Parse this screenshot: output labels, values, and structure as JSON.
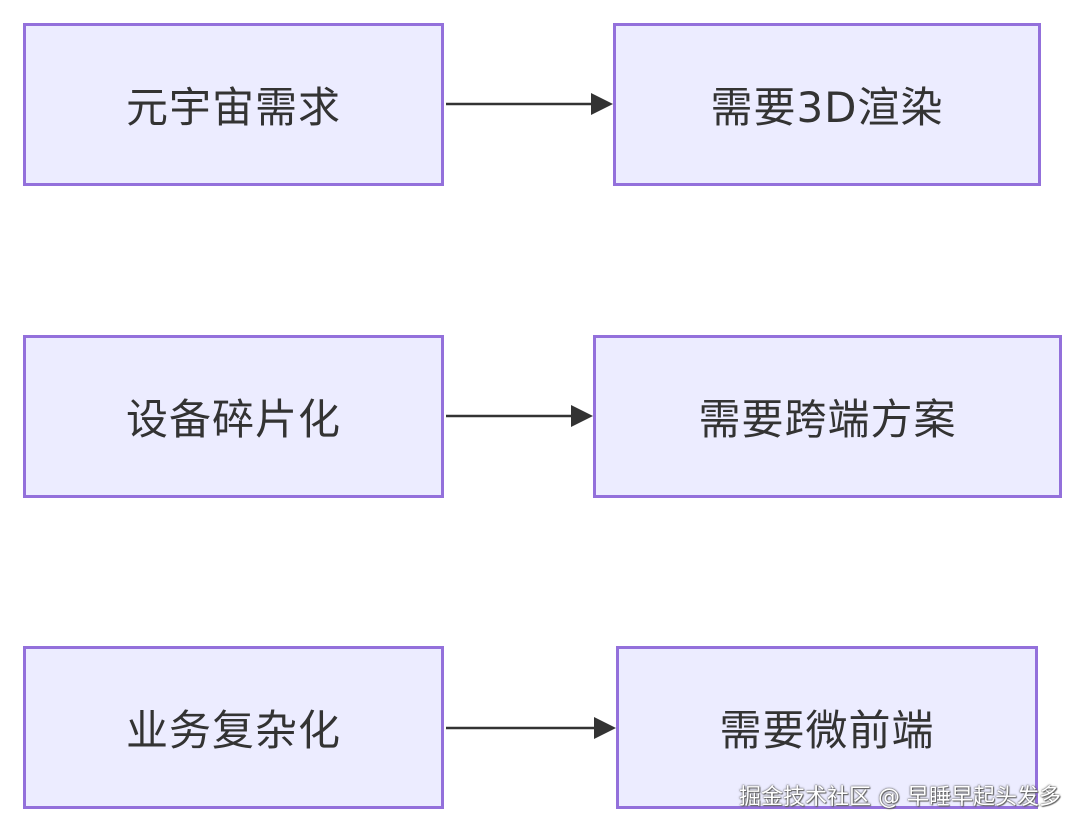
{
  "diagram": {
    "rows": [
      {
        "source": "元宇宙需求",
        "target": "需要3D渲染"
      },
      {
        "source": "设备碎片化",
        "target": "需要跨端方案"
      },
      {
        "source": "业务复杂化",
        "target": "需要微前端"
      }
    ],
    "colors": {
      "node_fill": "#ececff",
      "node_border": "#9370db",
      "text": "#333333",
      "edge": "#333333"
    }
  },
  "watermark": "掘金技术社区 @ 早睡早起头发多"
}
